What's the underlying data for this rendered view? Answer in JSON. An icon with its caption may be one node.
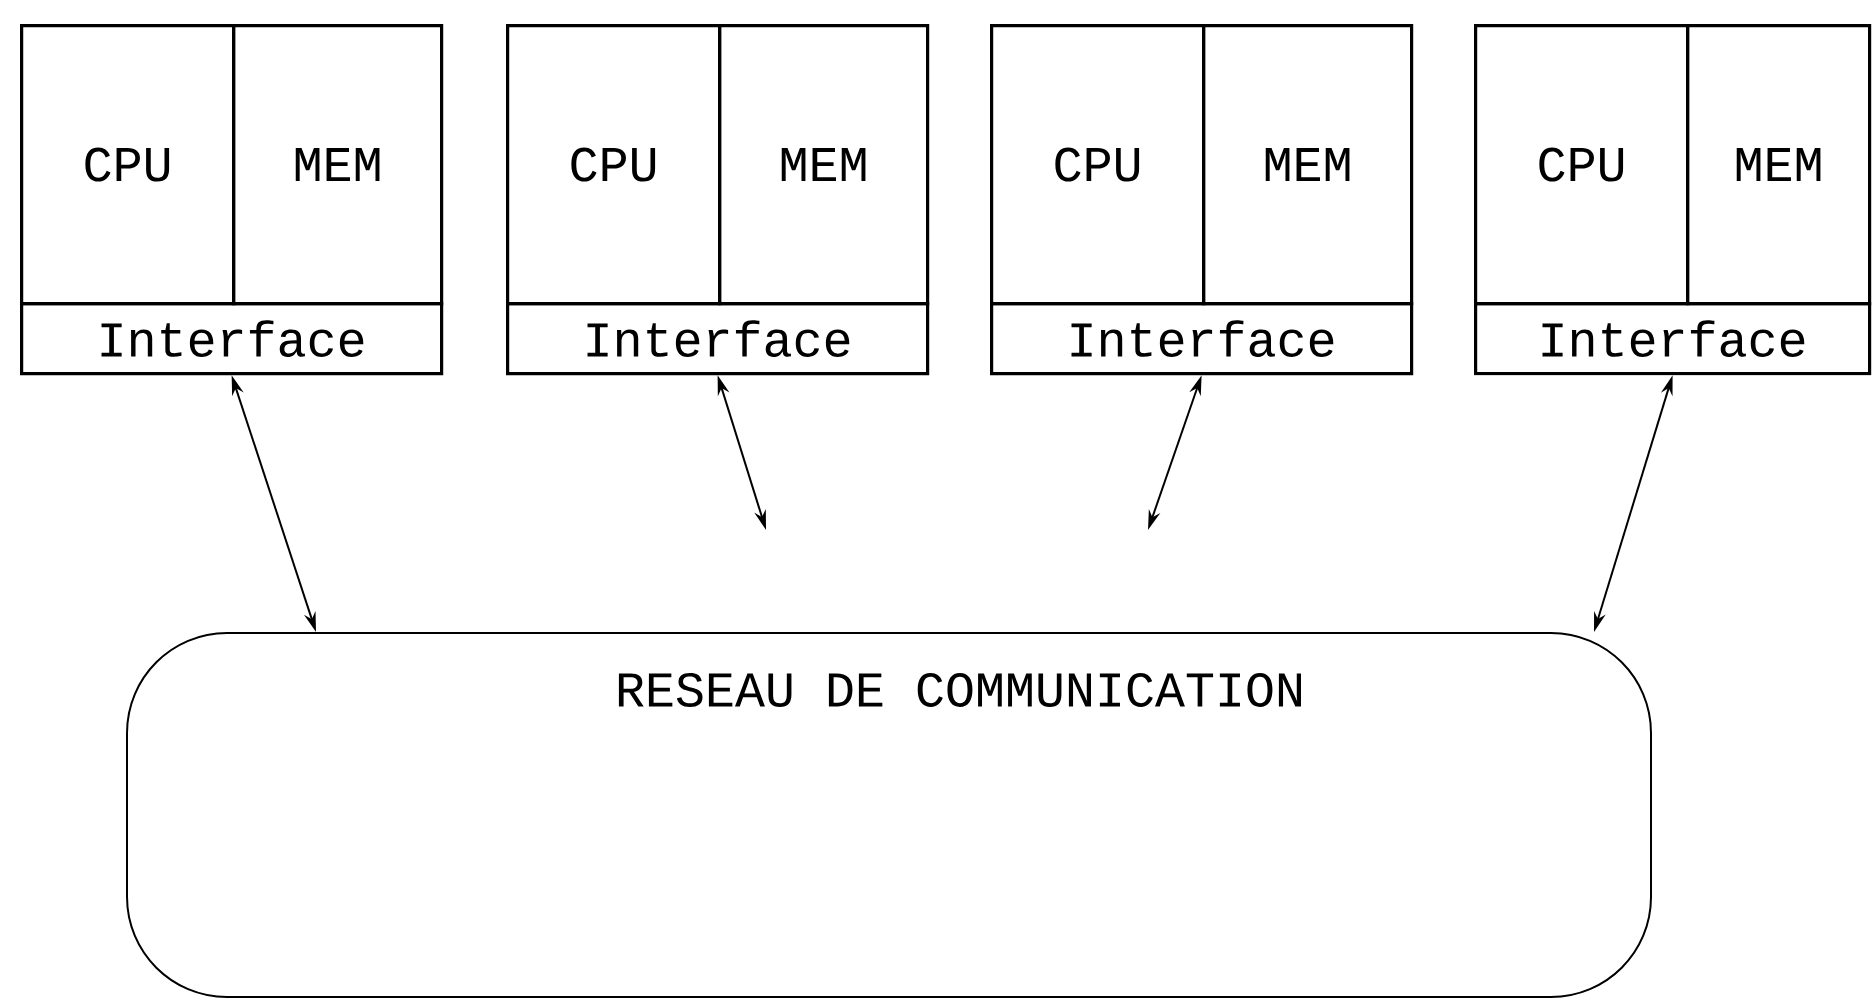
{
  "diagram": {
    "nodes": [
      {
        "text": [],
        "shape": "box"
      },
      {
        "text": [
          "CPU"
        ],
        "in": 0
      },
      {
        "text": [
          "MEM"
        ],
        "in": 0
      },
      {
        "text": [
          "Interface"
        ],
        "in": 0
      },
      {
        "text": [],
        "shape": "box"
      },
      {
        "text": [
          "CPU"
        ],
        "in": 4
      },
      {
        "text": [
          "MEM"
        ],
        "in": 4
      },
      {
        "text": [
          "Interface"
        ],
        "in": 4
      },
      {
        "text": [],
        "shape": "box"
      },
      {
        "text": [
          "CPU"
        ],
        "in": 8
      },
      {
        "text": [
          "MEM"
        ],
        "in": 8
      },
      {
        "text": [
          "Interface"
        ],
        "in": 8
      },
      {
        "text": [],
        "shape": "box"
      },
      {
        "text": [
          "CPU"
        ],
        "in": 12
      },
      {
        "text": [
          "MEM"
        ],
        "in": 12
      },
      {
        "text": [
          "Interface"
        ],
        "in": 12
      },
      {
        "text": [
          "RESEAU DE COMMUNICATION"
        ]
      }
    ],
    "edges": [
      {
        "from": 3,
        "to": 16,
        "arrow": "both"
      },
      {
        "from": 7,
        "to": null,
        "arrow": "both"
      },
      {
        "from": 11,
        "to": null,
        "arrow": "both"
      },
      {
        "from": 15,
        "to": 16,
        "arrow": "both"
      }
    ]
  }
}
